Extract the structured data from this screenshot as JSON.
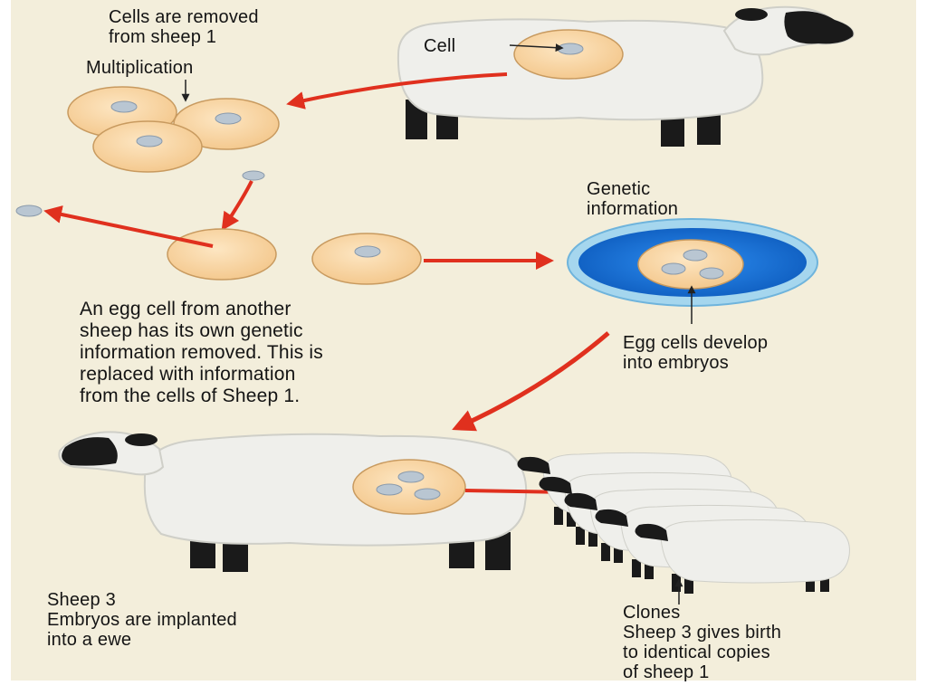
{
  "labels": {
    "cells_removed": [
      "Cells are removed",
      "from sheep 1"
    ],
    "multiplication": "Multiplication",
    "cell": "Cell",
    "genetic_information": [
      "Genetic",
      "information"
    ],
    "egg_cell_text": [
      "An egg cell from another",
      "sheep has its own genetic",
      "information removed. This is",
      "replaced with information",
      "from the cells of Sheep 1."
    ],
    "egg_cells_develop": [
      "Egg cells develop",
      "into embryos"
    ],
    "sheep3": [
      "Sheep 3",
      "Embryos are implanted",
      "into a ewe"
    ],
    "clones": [
      "Clones",
      "Sheep 3 gives birth",
      "to identical copies",
      "of sheep 1"
    ]
  },
  "colors": {
    "background": "#f3eedb",
    "cell_fill": "#f9d7a4",
    "cell_stroke": "#c89a5f",
    "nucleus": "#b9c6d2",
    "arrow": "#e0301e",
    "dish_blue": "#1e78dc",
    "dish_rim": "#a5d6ee",
    "wool": "#efefeb",
    "sheep_dark": "#1a1a1a"
  }
}
